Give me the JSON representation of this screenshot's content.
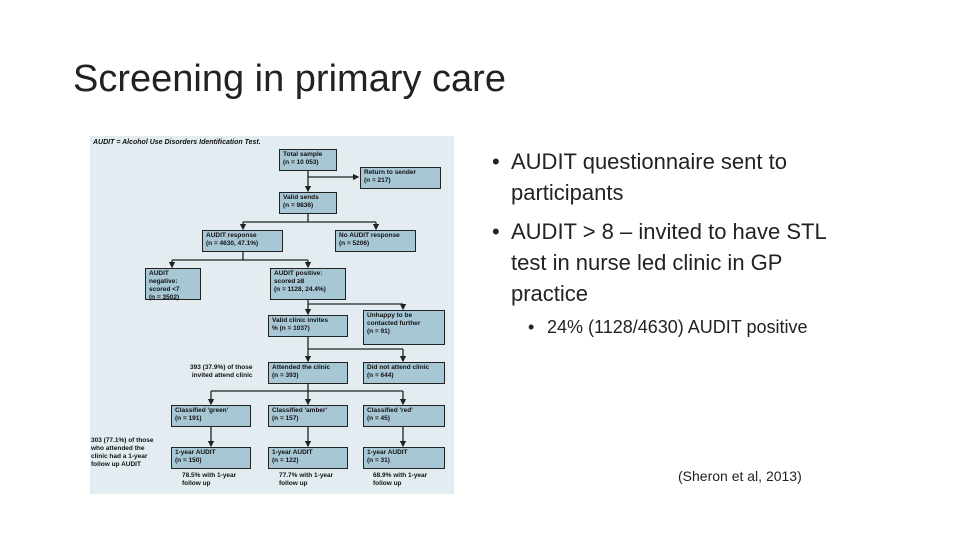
{
  "slide": {
    "title": "Screening in primary care"
  },
  "figure": {
    "caption": "AUDIT = Alcohol Use Disorders Identification Test.",
    "boxes": {
      "total": "Total sample\n(n = 10 053)",
      "return": "Return to sender\n(n = 217)",
      "valid": "Valid sends\n(n = 9836)",
      "response": "AUDIT response\n(n = 4630, 47.1%)",
      "noresponse": "No AUDIT response\n(n = 5206)",
      "negative": "AUDIT negative:\nscored <7\n(n = 3502)",
      "positive": "AUDIT positive:\nscored ≥8\n(n = 1128, 24.4%)",
      "invites": "Valid clinic invites\n% (n = 1037)",
      "unhappy": "Unhappy to be\ncontacted further\n(n = 91)",
      "attended": "Attended the clinic\n(n = 393)",
      "notattend": "Did not attend clinic\n(n = 644)",
      "green": "Classified 'green'\n(n = 191)",
      "amber": "Classified 'amber'\n(n = 157)",
      "red": "Classified 'red'\n(n = 45)",
      "y1": "1-year AUDIT\n(n = 150)",
      "y2": "1-year AUDIT\n(n = 122)",
      "y3": "1-year AUDIT\n(n = 31)"
    },
    "notes": {
      "attend": "393 (37.9%) of those\ninvited attend clinic",
      "followup": "303 (77.1%) of those\nwho attended the\nclinic had a 1-year\nfollow up AUDIT",
      "f1": "78.5% with 1-year\nfollow up",
      "f2": "77.7% with 1-year\nfollow up",
      "f3": "68.9% with 1-year\nfollow up"
    }
  },
  "bullets": [
    {
      "text": "AUDIT questionnaire sent to participants"
    },
    {
      "text": "AUDIT > 8 – invited to have STL test in nurse led clinic in GP practice"
    }
  ],
  "subbullets": [
    {
      "text": "24% (1128/4630) AUDIT positive"
    }
  ],
  "bullet_symbol": "•",
  "citation": "(Sheron et al, 2013)"
}
